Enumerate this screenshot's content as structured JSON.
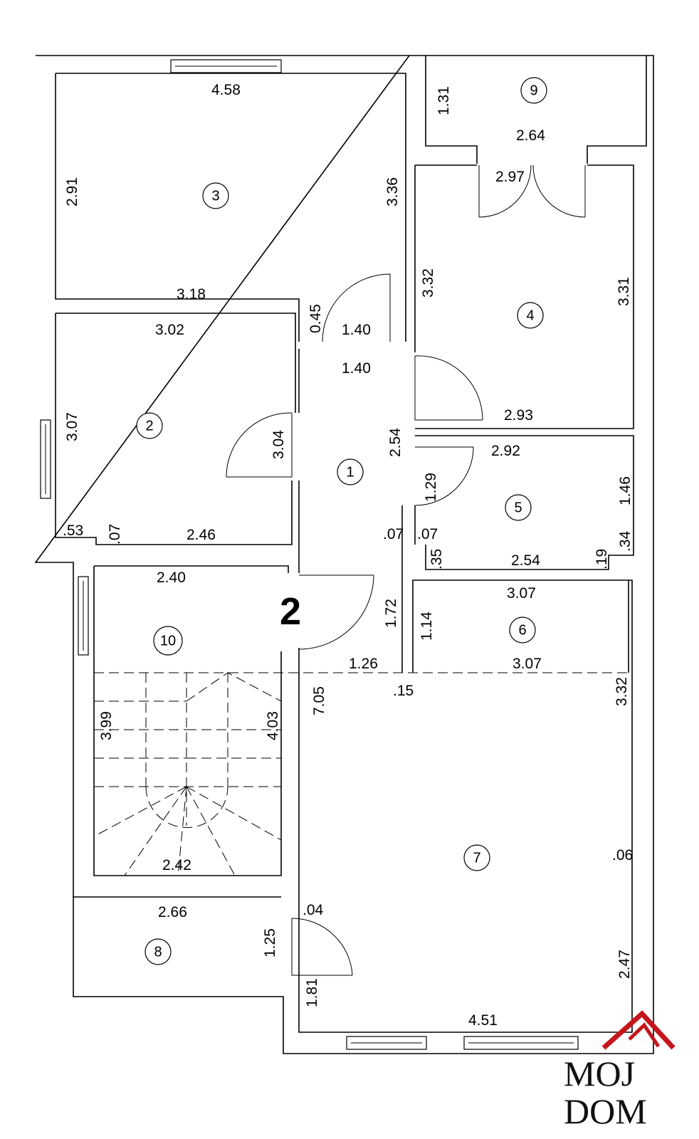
{
  "floor_label": "2",
  "rooms": [
    {
      "id": "room-1",
      "label": "1"
    },
    {
      "id": "room-2",
      "label": "2"
    },
    {
      "id": "room-3",
      "label": "3"
    },
    {
      "id": "room-4",
      "label": "4"
    },
    {
      "id": "room-5",
      "label": "5"
    },
    {
      "id": "room-6",
      "label": "6"
    },
    {
      "id": "room-7",
      "label": "7"
    },
    {
      "id": "room-8",
      "label": "8"
    },
    {
      "id": "room-9",
      "label": "9"
    },
    {
      "id": "room-10",
      "label": "10"
    }
  ],
  "dimensions": {
    "d_458": "4.58",
    "d_131": "1.31",
    "d_264": "2.64",
    "d_297": "2.97",
    "d_291": "2.91",
    "d_336": "3.36",
    "d_332a": "3.32",
    "d_331": "3.31",
    "d_318": "3.18",
    "d_045": "0.45",
    "d_140a": "1.40",
    "d_140b": "1.40",
    "d_302": "3.02",
    "d_307a": "3.07",
    "d_304": "3.04",
    "d_254a": "2.54",
    "d_293": "2.93",
    "d_292": "2.92",
    "d_129": "1.29",
    "d_146": "1.46",
    "d_053": ".53",
    "d_007a": ".07",
    "d_246": "2.46",
    "d_007b": ".07",
    "d_007c": ".07",
    "d_035": ".35",
    "d_254b": "2.54",
    "d_019": ".19",
    "d_034": ".34",
    "d_240": "2.40",
    "d_307b": "3.07",
    "d_172": "1.72",
    "d_114": "1.14",
    "d_126": "1.26",
    "d_307c": "3.07",
    "d_015": ".15",
    "d_332b": "3.32",
    "d_705": "7.05",
    "d_399": "3.99",
    "d_403": "4.03",
    "d_242": "2.42",
    "d_006": ".06",
    "d_266": "2.66",
    "d_004": ".04",
    "d_125": "1.25",
    "d_247": "2.47",
    "d_181": "1.81",
    "d_451": "4.51"
  },
  "logo": {
    "line1": "MOJ",
    "line2": "DOM",
    "accent_color": "#c4161c"
  }
}
